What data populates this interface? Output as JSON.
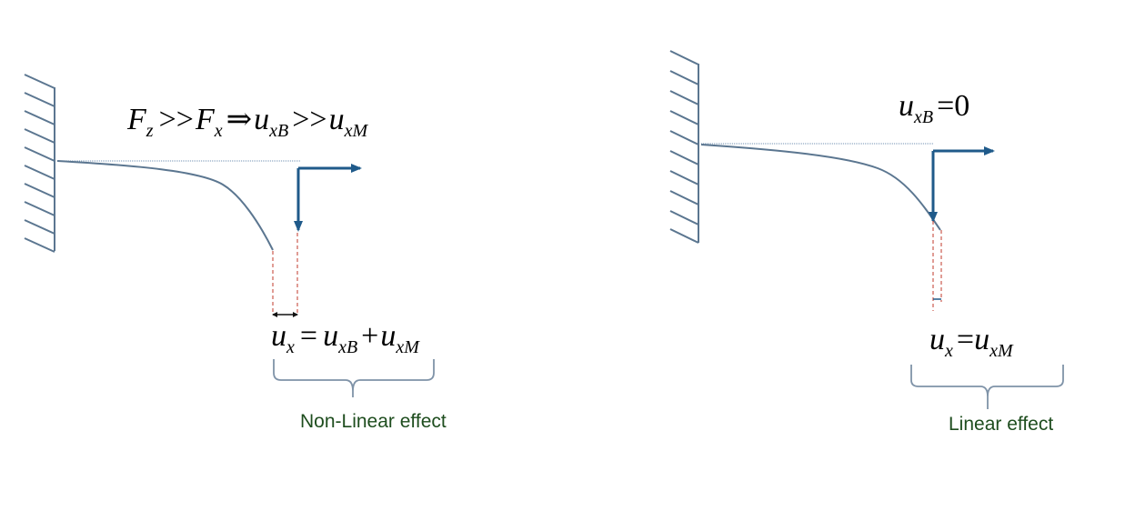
{
  "colors": {
    "wall": "#5b7690",
    "beam": "#5b7690",
    "reference_line": "#6f8fb0",
    "force_arrow": "#1f5a8a",
    "dashed_guide": "#c0392b",
    "dimension_arrow": "#111111",
    "brace": "#7f93a8",
    "effect_label": "#1e4d1e"
  },
  "left_panel": {
    "condition_formula": {
      "F1": "F",
      "F1_sub": "z",
      "op1": ">>",
      "F2": "F",
      "F2_sub": "x",
      "implies": "⇒",
      "u1": "u",
      "u1_sub": "xB",
      "op2": ">>",
      "u2": "u",
      "u2_sub": "xM"
    },
    "displacement_formula": {
      "lhs": "u",
      "lhs_sub": "x",
      "eq": "=",
      "t1": "u",
      "t1_sub": "xB",
      "plus": "+",
      "t2": "u",
      "t2_sub": "xM"
    },
    "effect_label": "Non-Linear effect"
  },
  "right_panel": {
    "condition_formula": {
      "u": "u",
      "u_sub": "xB",
      "eq": "=",
      "value": "0"
    },
    "displacement_formula": {
      "lhs": "u",
      "lhs_sub": "x",
      "eq": "=",
      "rhs": "u",
      "rhs_sub": "xM"
    },
    "effect_label": "Linear effect"
  }
}
